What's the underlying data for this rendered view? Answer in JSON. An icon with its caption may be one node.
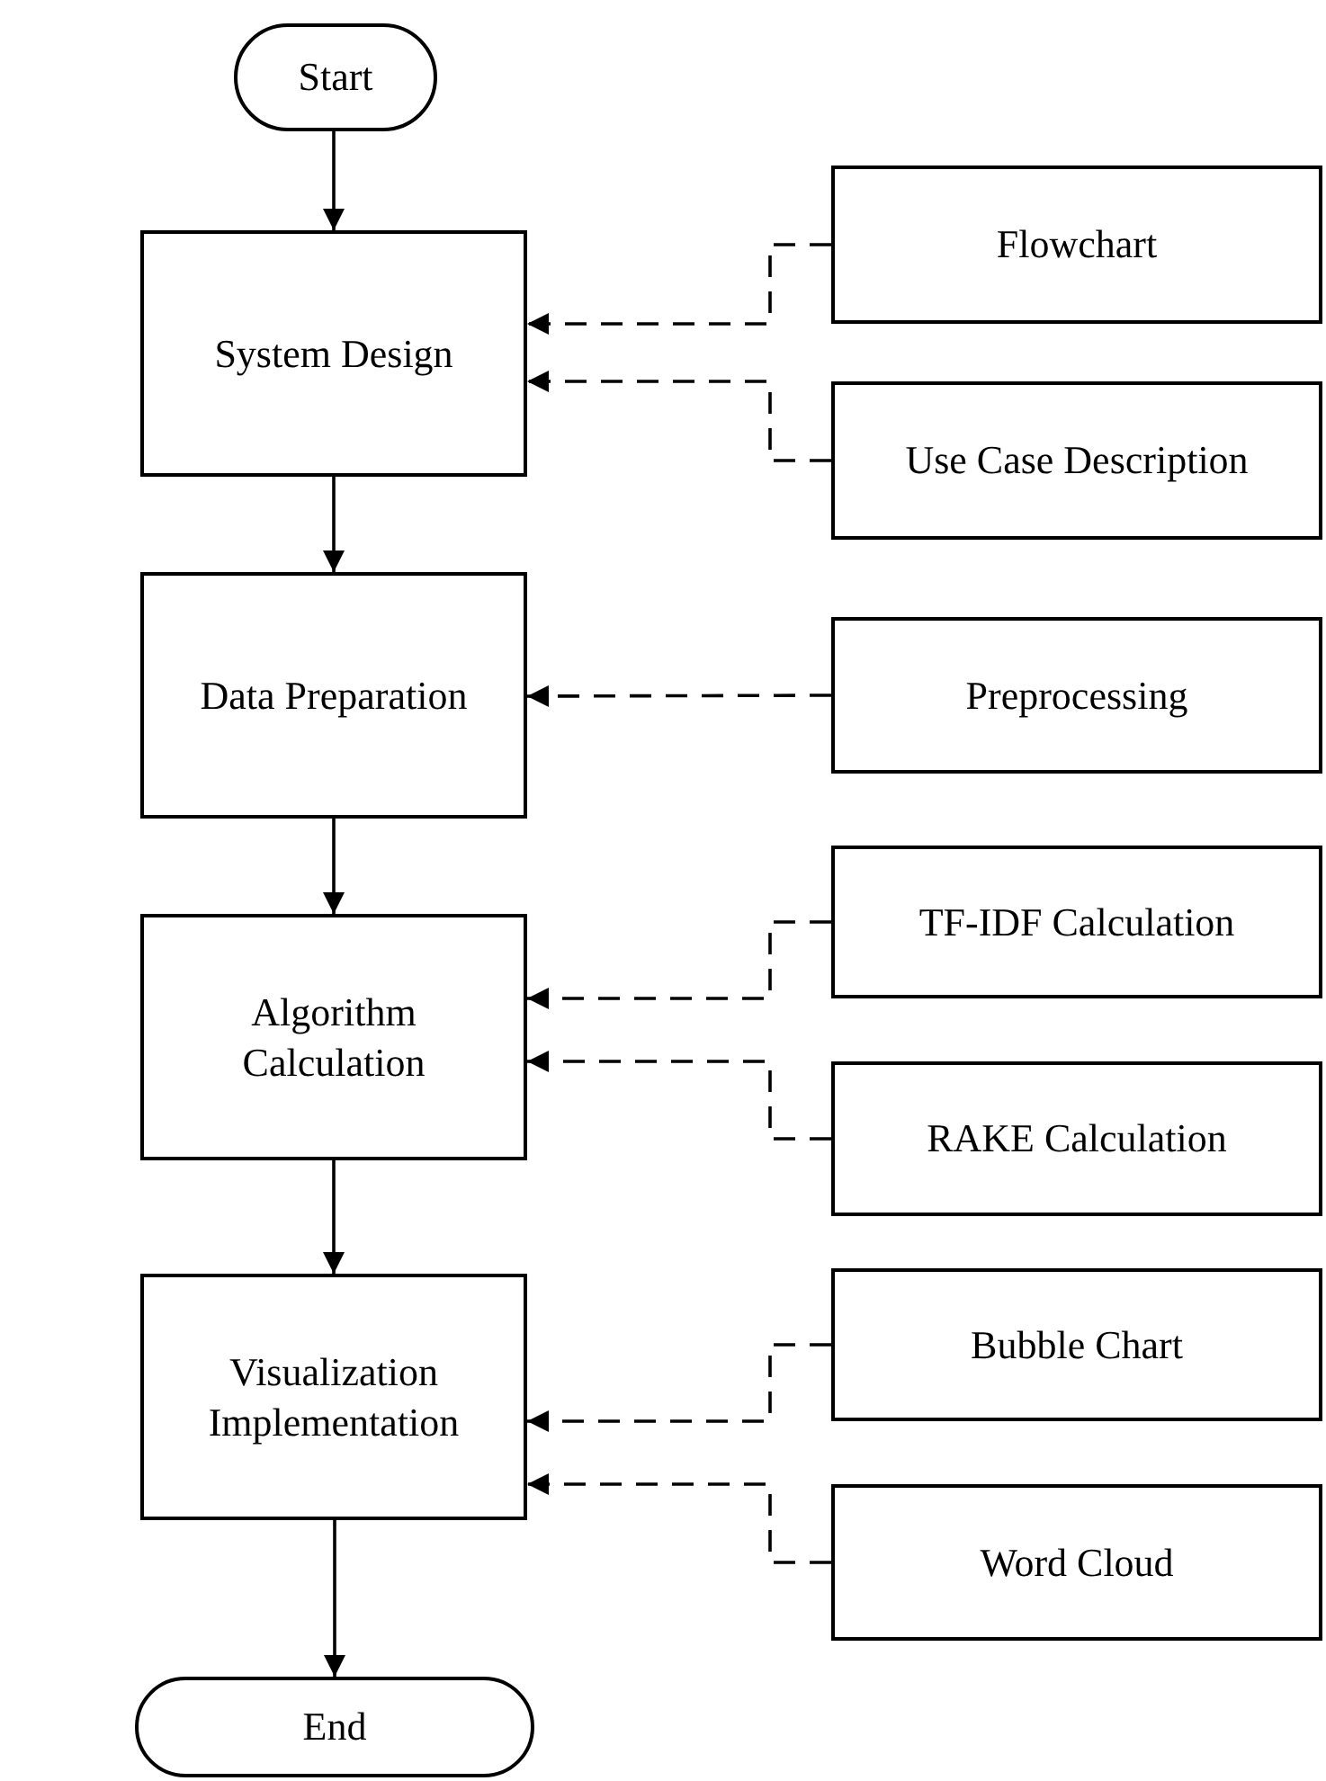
{
  "diagram": {
    "nodes": [
      {
        "text": [
          "Start"
        ]
      },
      {
        "text": [
          "System Design"
        ]
      },
      {
        "text": [
          "Flowchart"
        ]
      },
      {
        "text": [
          "Use Case Description"
        ]
      },
      {
        "text": [
          "Data Preparation"
        ]
      },
      {
        "text": [
          "Preprocessing"
        ]
      },
      {
        "text": [
          "Algorithm Calculation"
        ]
      },
      {
        "text": [
          "TF-IDF Calculation"
        ]
      },
      {
        "text": [
          "RAKE Calculation"
        ]
      },
      {
        "text": [
          "Visualization Implementation"
        ]
      },
      {
        "text": [
          "Bubble Chart"
        ]
      },
      {
        "text": [
          "Word Cloud"
        ]
      },
      {
        "text": [
          "End"
        ]
      }
    ],
    "edges": [
      {
        "from": 0,
        "to": 1,
        "arrow": "to"
      },
      {
        "from": 1,
        "to": 4,
        "arrow": "to"
      },
      {
        "from": 4,
        "to": 6,
        "arrow": "to"
      },
      {
        "from": 6,
        "to": 9,
        "arrow": "to"
      },
      {
        "from": 9,
        "to": 12,
        "arrow": "to"
      },
      {
        "from": 2,
        "to": 1,
        "arrow": "to",
        "style": "dashed"
      },
      {
        "from": 3,
        "to": 1,
        "arrow": "to",
        "style": "dashed"
      },
      {
        "from": 5,
        "to": 4,
        "arrow": "to",
        "style": "dashed"
      },
      {
        "from": 7,
        "to": 6,
        "arrow": "to",
        "style": "dashed"
      },
      {
        "from": 8,
        "to": 6,
        "arrow": "to",
        "style": "dashed"
      },
      {
        "from": 10,
        "to": 9,
        "arrow": "to",
        "style": "dashed"
      },
      {
        "from": 11,
        "to": 9,
        "arrow": "to",
        "style": "dashed"
      }
    ]
  }
}
